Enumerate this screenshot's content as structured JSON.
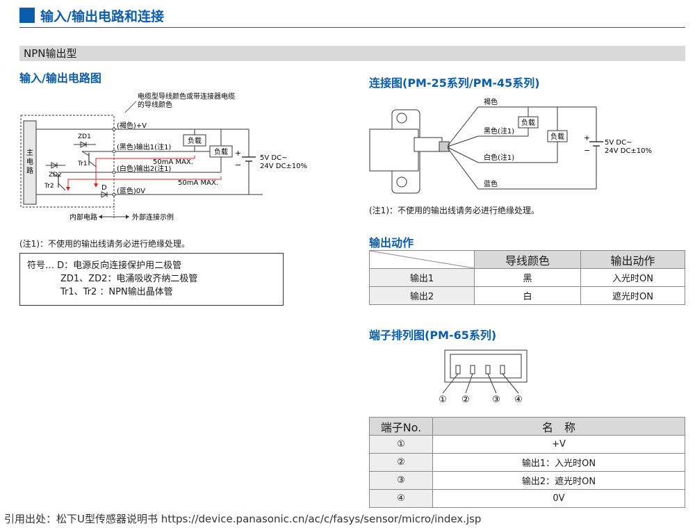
{
  "header": {
    "title": "输入/输出电路和连接"
  },
  "section": {
    "title": "NPN输出型"
  },
  "circuit": {
    "heading": "输入/输出电路图",
    "cable_note_line1": "电缆型导线颜色或带连接器电缆",
    "cable_note_line2": "的导线颜色",
    "main_circuit": [
      "主",
      "电",
      "路"
    ],
    "wire_brown": "(褐色)+V",
    "wire_black": "(黑色)输出1(注1)",
    "wire_white": "(白色)输出2(注1)",
    "wire_blue": "(蓝色)0V",
    "load": "负载",
    "current1": "50mA  MAX.",
    "current2": "50mA  MAX.",
    "power1": "5V DC~",
    "power2": "24V DC±10%",
    "zd1": "ZD1",
    "zd2": "ZD2",
    "tr1": "Tr1",
    "tr2": "Tr2",
    "diode": "D",
    "internal": "内部电路",
    "external": "外部连接示例",
    "plus": "+",
    "minus": "−",
    "footnote": "(注1)：不使用的输出线请务必进行绝缘处理。"
  },
  "legend": {
    "line1": "符号… D：电源反向连接保护用二极管",
    "line2": "ZD1、ZD2：电涌吸收齐纳二极管",
    "line3": "Tr1、Tr2 ：NPN输出晶体管"
  },
  "connection": {
    "heading": "连接图(PM-25系列/PM-45系列)",
    "brown": "褐色",
    "black": "黑色(注1)",
    "white": "白色(注1)",
    "blue": "蓝色",
    "load": "负载",
    "power1": "5V DC~",
    "power2": "24V DC±10%",
    "plus": "+",
    "minus": "−",
    "footnote": "(注1)：不使用的输出线请务必进行绝缘处理。"
  },
  "output_action": {
    "heading": "输出动作",
    "columns": [
      "导线颜色",
      "输出动作"
    ],
    "rows": [
      {
        "name": "输出1",
        "color": "黑",
        "action": "入光时ON"
      },
      {
        "name": "输出2",
        "color": "白",
        "action": "遮光时ON"
      }
    ]
  },
  "terminal": {
    "heading": "端子排列图(PM-65系列)",
    "pins": [
      "①",
      "②",
      "③",
      "④"
    ],
    "columns": [
      "端子No.",
      "名　称"
    ],
    "rows": [
      {
        "no": "①",
        "name": "+V"
      },
      {
        "no": "②",
        "name": "输出1：入光时ON"
      },
      {
        "no": "③",
        "name": "输出2：遮光时ON"
      },
      {
        "no": "④",
        "name": "0V"
      }
    ]
  },
  "footer": {
    "citation": "引用出处：松下U型传感器说明书  https://device.panasonic.cn/ac/c/fasys/sensor/micro/index.jsp"
  },
  "colors": {
    "accent": "#0b5cab",
    "red_wire": "#e02020",
    "header_gray": "#d9d9d9"
  }
}
